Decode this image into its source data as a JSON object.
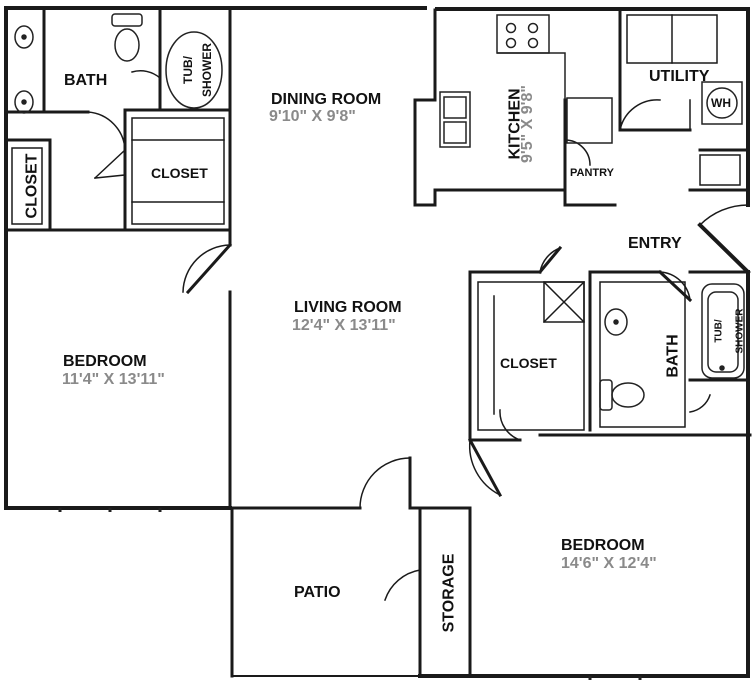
{
  "rooms": {
    "bath_master": "BATH",
    "tub_master_1": "TUB/",
    "tub_master_2": "SHOWER",
    "dining": "DINING ROOM",
    "dining_dim": "9'10\" X 9'8\"",
    "kitchen": "KITCHEN",
    "kitchen_dim": "9'5\" X 9'8\"",
    "utility": "UTILITY",
    "wh": "WH",
    "pantry": "PANTRY",
    "closet_left": "CLOSET",
    "closet_master": "CLOSET",
    "entry": "ENTRY",
    "living": "LIVING ROOM",
    "living_dim": "12'4\" X 13'11\"",
    "bedroom_left": "BEDROOM",
    "bedroom_left_dim": "11'4\" X 13'11\"",
    "closet_right": "CLOSET",
    "bath_second": "BATH",
    "tub_second_1": "TUB/",
    "tub_second_2": "SHOWER",
    "patio": "PATIO",
    "storage": "STORAGE",
    "bedroom_right": "BEDROOM",
    "bedroom_right_dim": "14'6\" X 12'4\""
  },
  "colors": {
    "wall": "#1a1a1a",
    "fixture": "#222222",
    "label": "#111111",
    "dimension": "#8a8a8a"
  }
}
